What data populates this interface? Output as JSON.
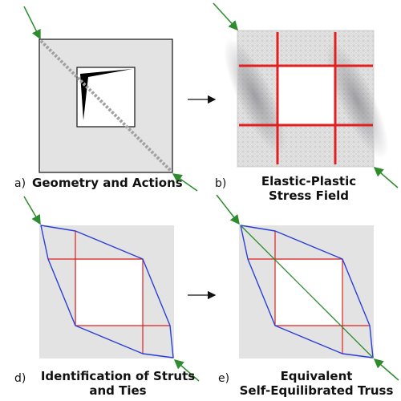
{
  "panels": [
    {
      "letter": "a)",
      "title": "Geometry and Actions"
    },
    {
      "letter": "b)",
      "title_line1": "Elastic-Plastic",
      "title_line2": "Stress Field"
    },
    {
      "letter": "d)",
      "title_line1": "Identification of Struts",
      "title_line2": "and Ties"
    },
    {
      "letter": "e)",
      "title_line1": "Equivalent",
      "title_line2": "Self-Equilibrated Truss"
    }
  ],
  "colors": {
    "panel_fill": "#e3e3e3",
    "force_arrow": "#2e8b2e",
    "tie": "#e02020",
    "strut": "#2a3fd6",
    "dotted_line": "#a0a0a0"
  }
}
